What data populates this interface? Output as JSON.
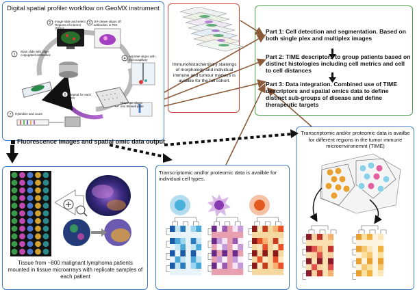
{
  "geomx": {
    "title": "Digital spatial profiler workflow on GeoMX instrument",
    "steps": [
      "Stain slide with oligo-conjugated antibodies",
      "Image slide and select Regions-of-interest (ROIs)",
      "UV-cleave oligos off antibodies in ROI",
      "Aspirate oligos with microcapillary",
      "Dispense oligos into 96-well plate",
      "Repeat for each ROI",
      "Hybridize and count"
    ],
    "output_label": "Fluorescence images and spatial omic data output"
  },
  "ihc": {
    "caption": "Immunohistochemistry stainings of morphology and individual immune and tumour markers is availble for the full cohort."
  },
  "parts": [
    "Part 1: Cell detection and segmentation. Based on both single plex and multiplex images",
    "Part 2:  TIME descriptors to group patients based on distinct  histologies including  cell metrics and cell to cell distances",
    "Part 3: Data integration. Combined use of TIME descriptors and  spatial omics data to define distinct sub-groups of disease and define therapeutic targets"
  ],
  "tissue": {
    "caption": "Tissue from ~800 malignant lymphoma patients mounted in tissue microarrays with replicate samples of each patient"
  },
  "celltypes": {
    "caption": "Transcriptomic and/or proteomic data is availble for individual cell types."
  },
  "time": {
    "caption": "Transcriptomic and/or proteomic data is availbe for different regions in the tumor immune microenvironemnt (TIME)"
  },
  "colors": {
    "blue_border": "#3e7cc4",
    "red_border": "#cf4b3b",
    "green_border": "#4aa347",
    "orange_border": "#e8a46a",
    "brown_arrow": "#8a5a3a"
  }
}
